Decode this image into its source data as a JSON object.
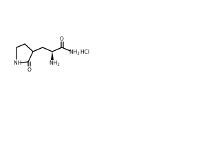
{
  "molecule": {
    "atoms": {
      "ring_n": "NH",
      "ring_o": "O",
      "amide_n": "NH",
      "amide_n_sub": "2",
      "amine_n": "NH",
      "amine_n_sub": "2",
      "carbonyl_o": "O",
      "salt": "HCl"
    }
  }
}
